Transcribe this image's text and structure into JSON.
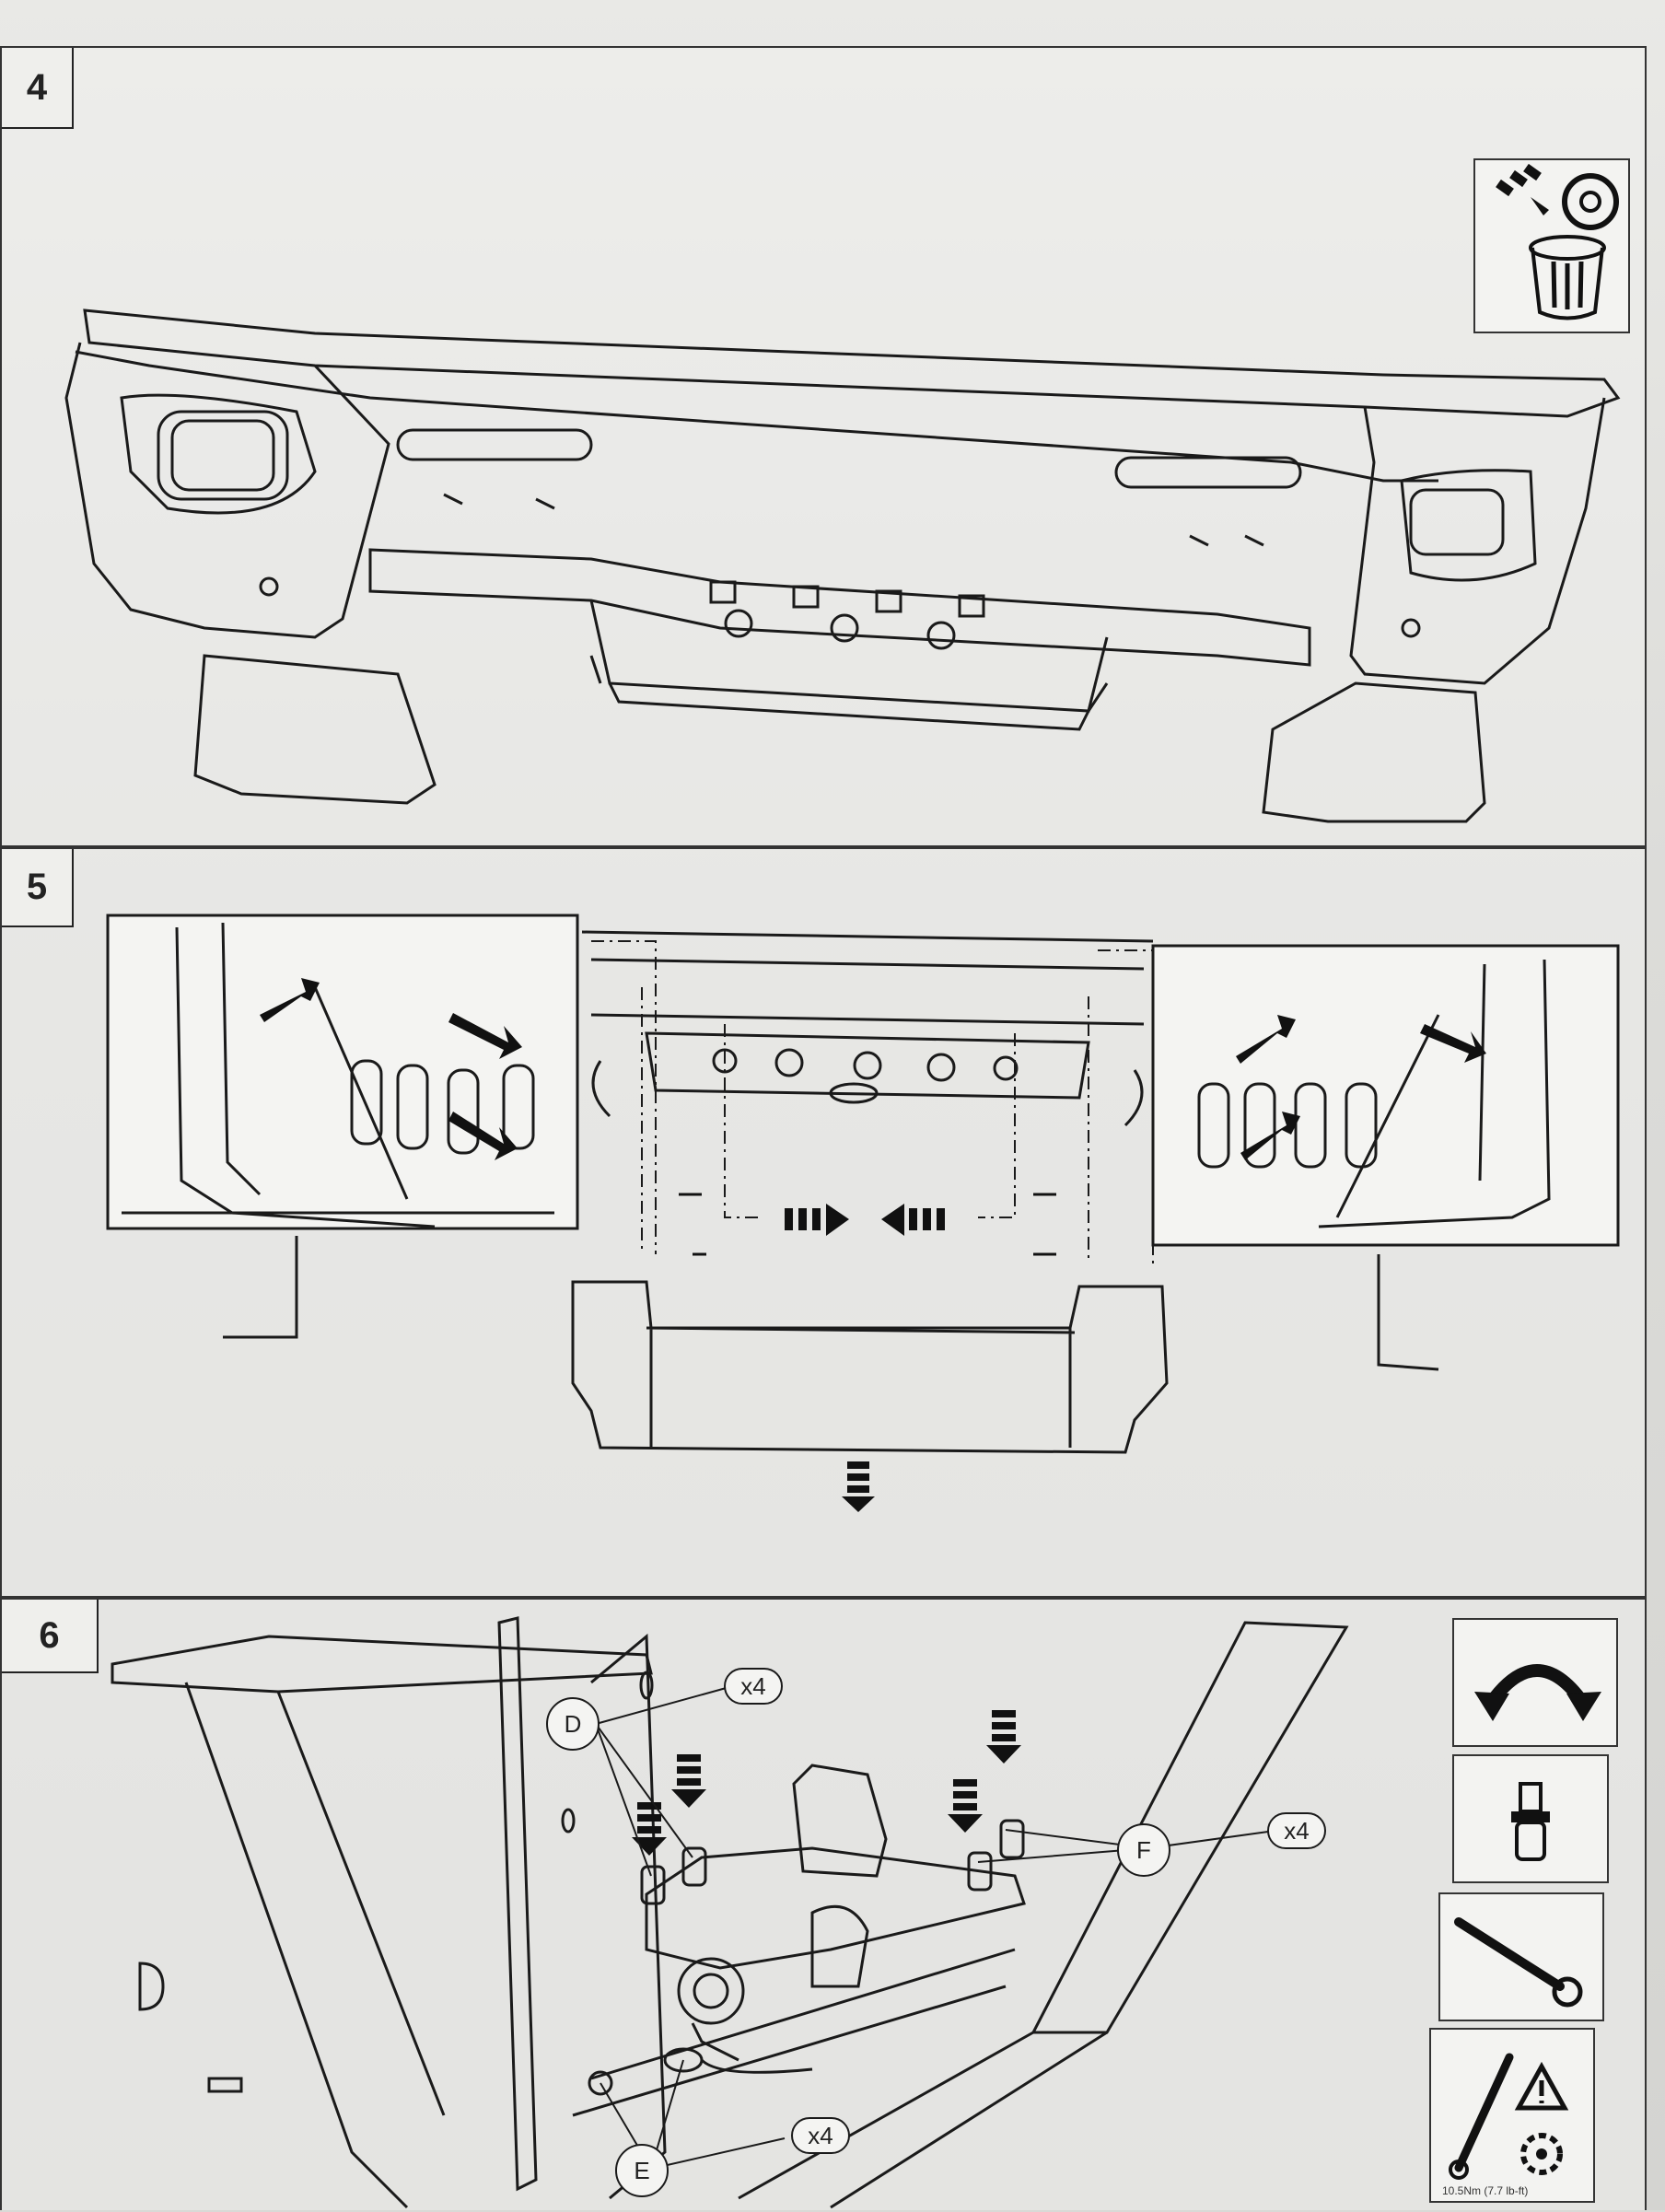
{
  "steps": [
    {
      "number": "4"
    },
    {
      "number": "5"
    },
    {
      "number": "6",
      "callouts": {
        "d": "D",
        "e": "E",
        "f": "F"
      },
      "quantities": {
        "d": "x4",
        "e": "x4",
        "f": "x4"
      },
      "torque": "10.5Nm (7.7 lb-ft)"
    }
  ],
  "icons": [
    "discard-icon",
    "rotate-arrows-icon",
    "bolt-icon",
    "ratchet-wrench-icon",
    "torque-wrench-icon",
    "warning-icon"
  ]
}
